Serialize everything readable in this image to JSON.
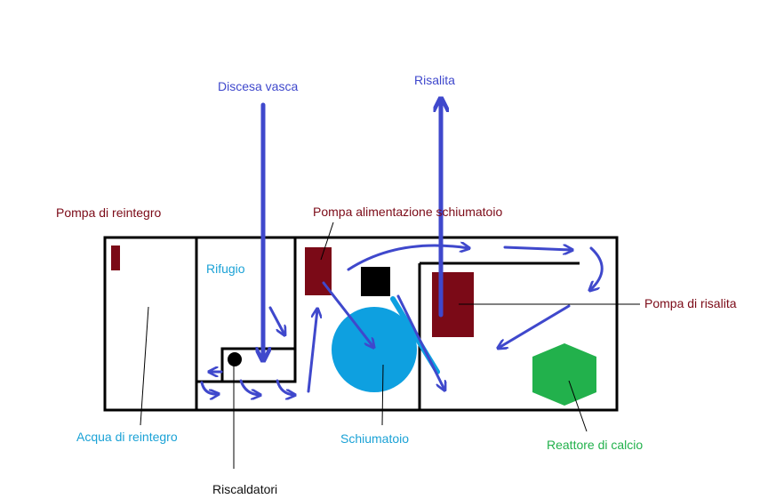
{
  "labels": {
    "discesa_vasca": "Discesa vasca",
    "risalita": "Risalita",
    "pompa_reintegro": "Pompa di reintegro",
    "pompa_alimentazione": "Pompa alimentazione schiumatoio",
    "rifugio": "Rifugio",
    "pompa_risalita": "Pompa di risalita",
    "acqua_reintegro": "Acqua di reintegro",
    "schiumatoio": "Schiumatoio",
    "reattore_calcio": "Reattore di calcio",
    "riscaldatori": "Riscaldatori"
  },
  "colors": {
    "flow": "#3f48cc",
    "pump": "#7b0a17",
    "skimmer": "#0ea0e0",
    "reactor": "#22b14c",
    "wall": "#000000"
  }
}
